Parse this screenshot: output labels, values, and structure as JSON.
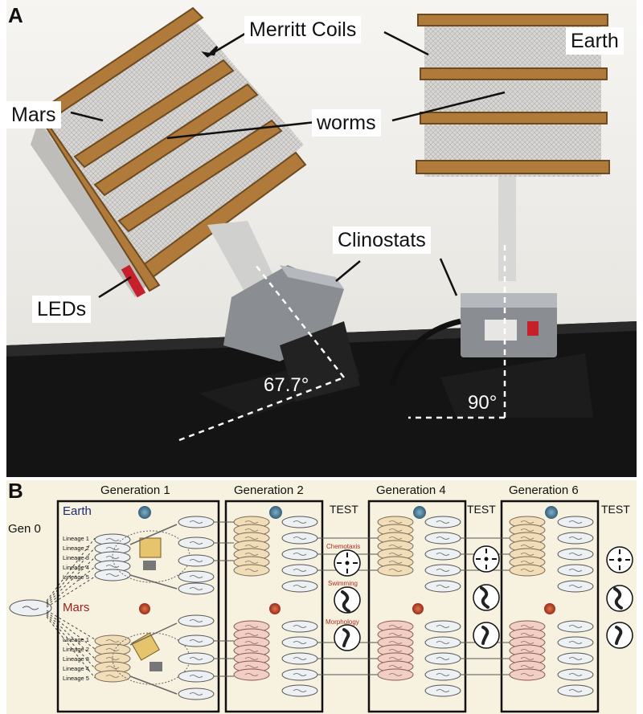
{
  "panel_a": {
    "letter": "A",
    "labels": {
      "merritt_coils": "Merritt Coils",
      "earth": "Earth",
      "mars": "Mars",
      "worms": "worms",
      "clinostats": "Clinostats",
      "leds": "LEDs"
    },
    "angles": {
      "mars_angle": "67.7°",
      "earth_angle": "90°"
    }
  },
  "panel_b": {
    "letter": "B",
    "gen0": "Gen 0",
    "generations": [
      "Generation 1",
      "Generation 2",
      "Generation 4",
      "Generation 6"
    ],
    "test_label": "TEST",
    "earth_label": "Earth",
    "mars_label": "Mars",
    "lineages": [
      "Lineage 1",
      "Lineage 2",
      "Lineage 3",
      "Lineage 4",
      "Lineage 5"
    ],
    "tests": [
      "Chemotaxis",
      "Swimming",
      "Morphology"
    ],
    "colors": {
      "earth": "#1d2a72",
      "mars": "#a01d1d",
      "test_red": "#b0281f"
    }
  }
}
